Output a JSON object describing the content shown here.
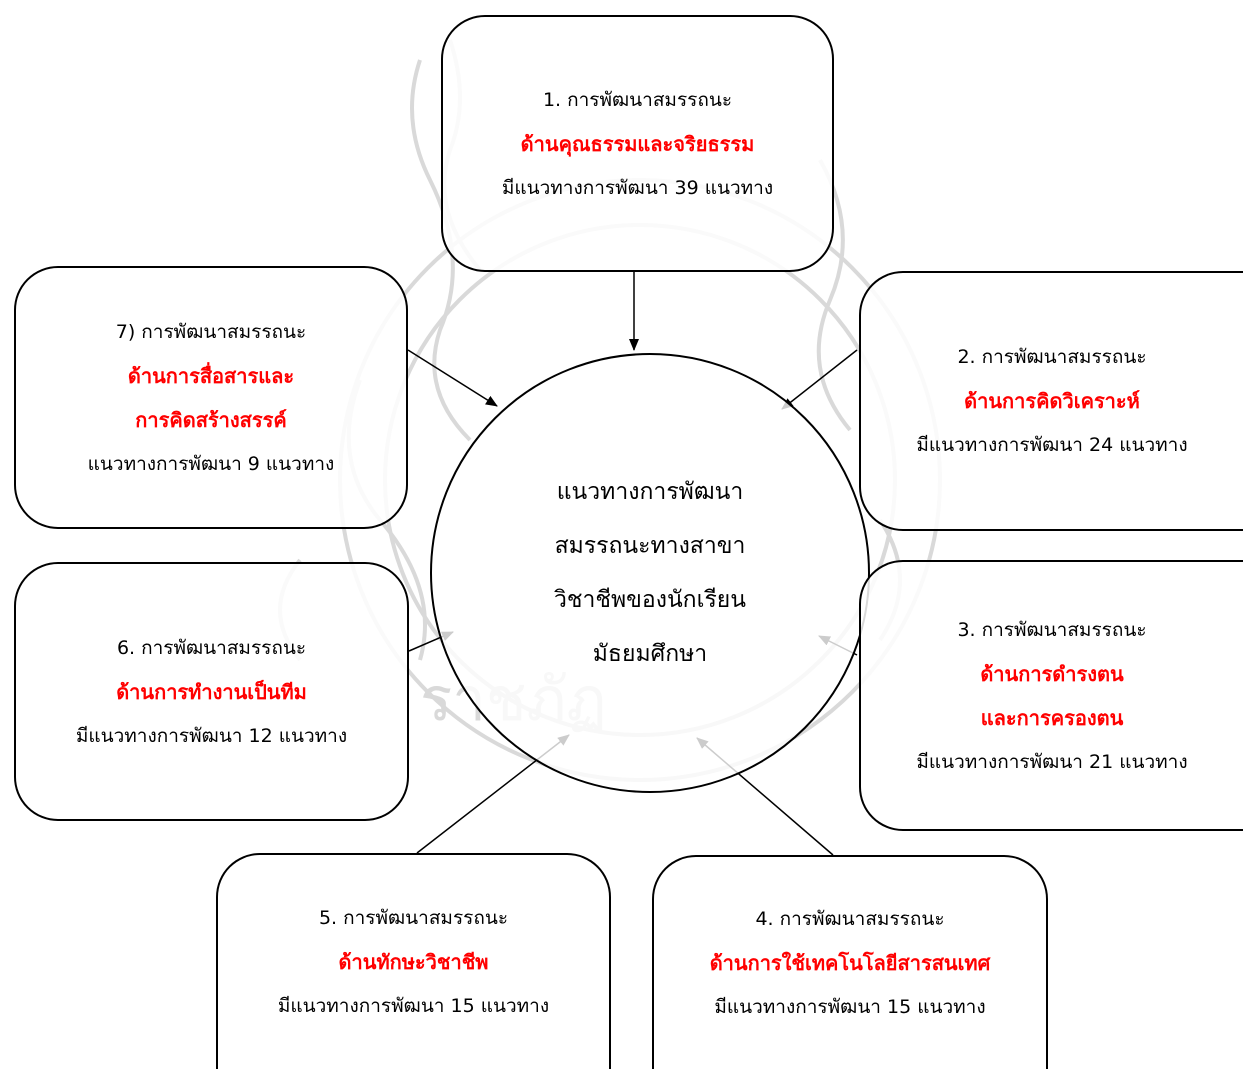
{
  "hub": {
    "lines": [
      "แนวทางการพัฒนา",
      "สมรรถนะทางสาขา",
      "วิชาชีพของนักเรียน",
      "มัธยมศึกษา"
    ]
  },
  "boxes": [
    {
      "id": "1",
      "title": "1. การพัฒนาสมรรถนะ",
      "highlight": [
        "ด้านคุณธรรมและจริยธรรม"
      ],
      "footer": "มีแนวทางการพัฒนา 39 แนวทาง"
    },
    {
      "id": "2",
      "title": "2. การพัฒนาสมรรถนะ",
      "highlight": [
        "ด้านการคิดวิเคราะห์"
      ],
      "footer": "มีแนวทางการพัฒนา 24 แนวทาง"
    },
    {
      "id": "3",
      "title": "3. การพัฒนาสมรรถนะ",
      "highlight": [
        "ด้านการดำรงตน",
        "และการครองตน"
      ],
      "footer": "มีแนวทางการพัฒนา 21 แนวทาง"
    },
    {
      "id": "4",
      "title": "4. การพัฒนาสมรรถนะ",
      "highlight": [
        "ด้านการใช้เทคโนโลยีสารสนเทศ"
      ],
      "footer": "มีแนวทางการพัฒนา 15 แนวทาง"
    },
    {
      "id": "5",
      "title": "5. การพัฒนาสมรรถนะ",
      "highlight": [
        "ด้านทักษะวิชาชีพ"
      ],
      "footer": "มีแนวทางการพัฒนา 15 แนวทาง"
    },
    {
      "id": "6",
      "title": "6. การพัฒนาสมรรถนะ",
      "highlight": [
        "ด้านการทำงานเป็นทีม"
      ],
      "footer": "มีแนวทางการพัฒนา 12 แนวทาง"
    },
    {
      "id": "7",
      "title": "7) การพัฒนาสมรรถนะ",
      "highlight": [
        "ด้านการสื่อสารและ",
        "การคิดสร้างสรรค์"
      ],
      "footer": "แนวทางการพัฒนา 9 แนวทาง"
    }
  ],
  "watermark": {
    "text": "ราชภัฏ",
    "color": "#d6d6d6"
  },
  "colors": {
    "highlight": "#ff0000",
    "stroke": "#000000"
  }
}
